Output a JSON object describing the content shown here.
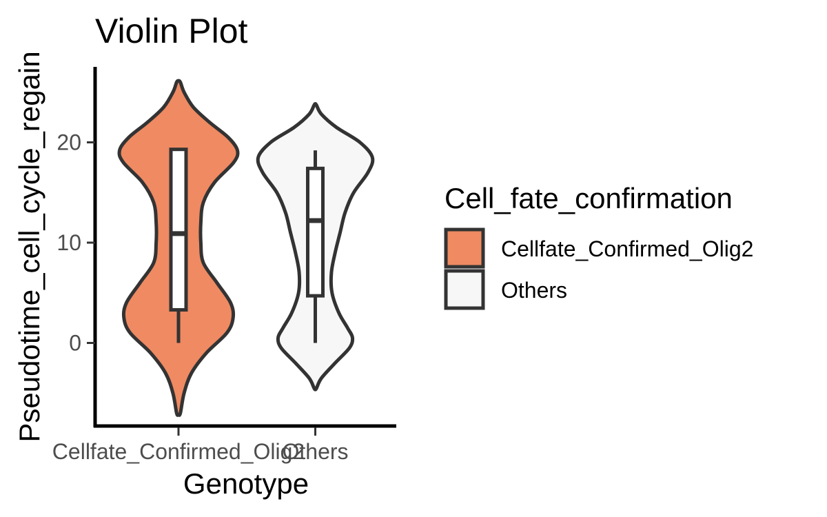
{
  "chart_data": {
    "type": "violin",
    "title": "Violin Plot",
    "xlabel": "Genotype",
    "ylabel": "Pseudotime_cell_cycle_regain",
    "categories": [
      "Cellfate_Confirmed_Olig2",
      "Others"
    ],
    "ylim": [
      -8.5,
      27
    ],
    "yticks": [
      0,
      10,
      20
    ],
    "grid": false,
    "legend": {
      "title": "Cell_fate_confirmation",
      "placement": "right",
      "entries": [
        "Cellfate_Confirmed_Olig2",
        "Others"
      ]
    },
    "series": [
      {
        "name": "Cellfate_Confirmed_Olig2",
        "color": "#ef8a62",
        "box": {
          "whisker_low": 0,
          "q1": 3.3,
          "median": 10.9,
          "q3": 19.3,
          "whisker_high": 19.3
        },
        "violin": {
          "y": [
            -7,
            -5,
            -3,
            -1,
            1,
            2.5,
            4,
            6,
            8,
            10,
            12,
            14,
            16,
            18,
            19.2,
            20.5,
            22,
            23.5,
            25,
            26
          ],
          "width": [
            0.03,
            0.09,
            0.21,
            0.45,
            0.78,
            0.88,
            0.84,
            0.62,
            0.4,
            0.36,
            0.36,
            0.4,
            0.58,
            0.89,
            0.95,
            0.8,
            0.5,
            0.24,
            0.09,
            0.03
          ]
        }
      },
      {
        "name": "Others",
        "color": "#f7f7f7",
        "box": {
          "whisker_low": 0,
          "q1": 4.7,
          "median": 12.2,
          "q3": 17.4,
          "whisker_high": 19.2
        },
        "violin": {
          "y": [
            -4.5,
            -3.5,
            -2,
            -0.5,
            0.5,
            1.5,
            3,
            5,
            7,
            9,
            11,
            13,
            15,
            17,
            18.5,
            20,
            21.5,
            22.8,
            23.7
          ],
          "width": [
            0.02,
            0.1,
            0.32,
            0.55,
            0.6,
            0.52,
            0.38,
            0.27,
            0.26,
            0.32,
            0.4,
            0.48,
            0.62,
            0.85,
            0.92,
            0.72,
            0.34,
            0.1,
            0.02
          ]
        }
      }
    ]
  }
}
